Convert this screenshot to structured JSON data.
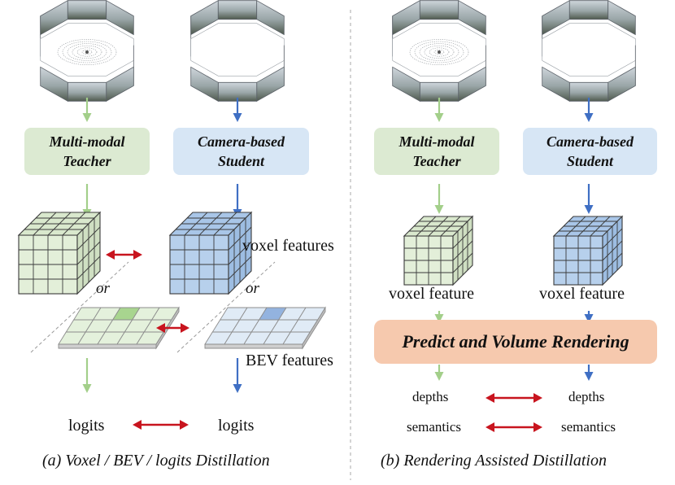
{
  "panel_a": {
    "teacher_label": [
      "Multi-modal",
      "Teacher"
    ],
    "student_label": [
      "Camera-based",
      "Student"
    ],
    "voxel_features": "voxel features",
    "or": "or",
    "bev_features": "BEV features",
    "logits": "logits",
    "caption": "(a) Voxel / BEV / logits Distillation"
  },
  "panel_b": {
    "teacher_label": [
      "Multi-modal",
      "Teacher"
    ],
    "student_label": [
      "Camera-based",
      "Student"
    ],
    "voxel_feature": "voxel feature",
    "render_label": "Predict and Volume Rendering",
    "depths": "depths",
    "semantics": "semantics",
    "caption": "(b) Rendering Assisted Distillation"
  },
  "colors": {
    "teacher_fill": "#dcead2",
    "student_fill": "#d7e6f5",
    "teacher_arrow": "#a3cf8a",
    "student_arrow": "#3f6fc4",
    "distill_arrow": "#c8141e",
    "render_fill": "#f6c9ae"
  }
}
